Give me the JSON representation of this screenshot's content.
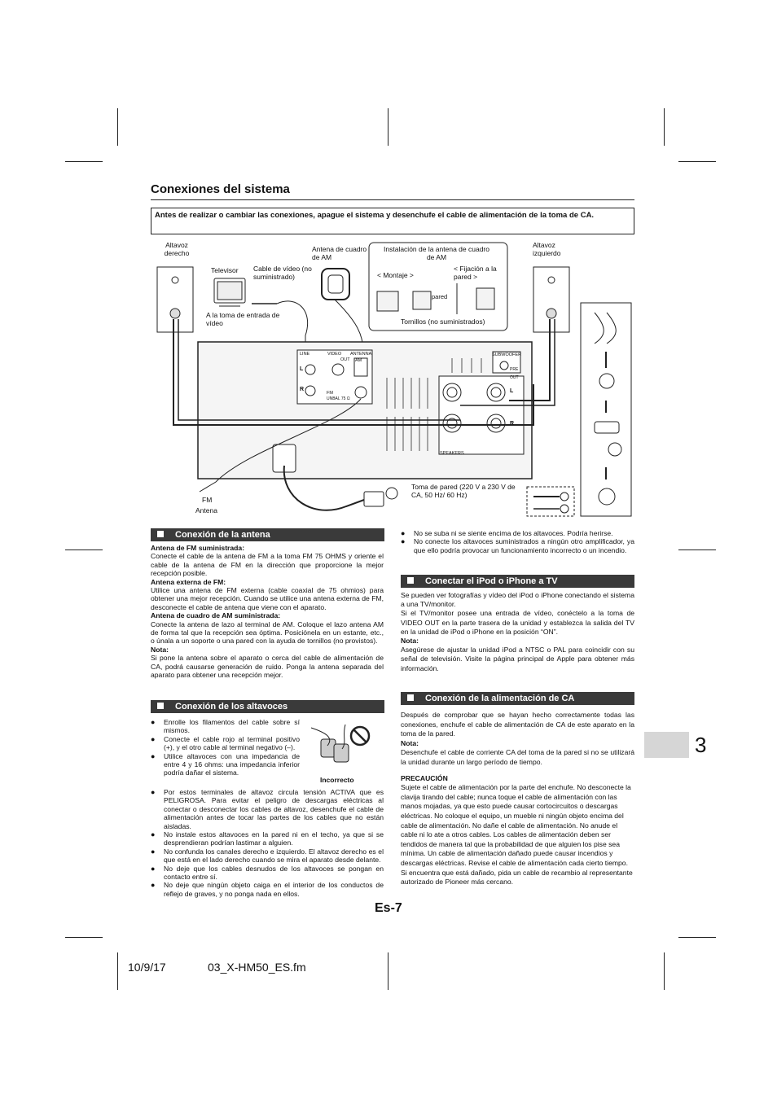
{
  "section_title": "Conexiones del sistema",
  "notice": "Antes de realizar o cambiar las conexiones, apague el sistema y desenchufe el cable de alimentación de la toma de CA.",
  "diagram": {
    "speaker_right": "Altavoz derecho",
    "speaker_left": "Altavoz izquierdo",
    "tv": "Televisor",
    "video_cable": "Cable de vídeo (no suministrado)",
    "tv_input": "A la toma de entrada de vídeo",
    "am_antenna": "Antena de cuadro de AM",
    "am_install_title": "Instalación de la antena de cuadro de AM",
    "mount": "< Montaje >",
    "wall_fix": "< Fijación a la pared >",
    "wall": "pared",
    "screws": "Tornillos (no suministrados)",
    "fm_antenna_1": "FM",
    "fm_antenna_2": "Antena",
    "wall_socket": "Toma de pared (220 V a 230 V de CA, 50 Hz/ 60 Hz)",
    "panel": {
      "line": "LINE",
      "video": "VIDEO",
      "out": "OUT",
      "antenna": "ANTENNA",
      "am": "AM",
      "fm": "FM",
      "fm_sub": "UNBAL 75 Ω",
      "subwoofer": "SUBWOOFER",
      "pre_out": "PRE OUT",
      "speakers": "SPEAKERS",
      "l": "L",
      "r": "R"
    }
  },
  "antenna_section": {
    "heading": "Conexión de la antena",
    "fm_supplied_title": "Antena de FM suministrada:",
    "fm_supplied_text": "Conecte el cable de la antena de FM a la toma FM 75 OHMS y oriente el cable de la antena de FM en la dirección que proporcione la mejor recepción posible.",
    "fm_external_title": "Antena externa de FM:",
    "fm_external_text": "Utilice una antena de FM externa (cable coaxial de 75 ohmios) para obtener una mejor recepción. Cuando se utilice una antena externa de FM, desconecte el cable de antena que viene con el aparato.",
    "am_title": "Antena de cuadro de AM suministrada:",
    "am_text": "Conecte la antena de lazo al terminal de AM. Coloque el lazo antena AM de forma tal que la recepción sea óptima. Posiciónela en un estante, etc., o únala a un soporte o una pared con la ayuda de tornillos (no provistos).",
    "note_title": "Nota:",
    "note_text": "Si pone la antena sobre el aparato o cerca del cable de alimentación de CA, podrá causarse generación de ruido. Ponga la antena separada del aparato para obtener una recepción mejor."
  },
  "speaker_section": {
    "heading": "Conexión de los altavoces",
    "incorrect_label": "Incorrecto",
    "bullets_narrow": [
      "Enrolle los filamentos del cable sobre sí mismos.",
      "Conecte el cable rojo al terminal positivo (+), y el otro cable al terminal negativo (–).",
      "Utilice altavoces con una impedancia de entre 4 y 16 ohms: una impedancia inferior podría dañar el sistema."
    ],
    "bullets": [
      "Por estos terminales de altavoz circula tensión ACTIVA que es PELIGROSA. Para evitar el peligro de descargas eléctricas al conectar o desconectar los cables de altavoz, desenchufe el cable de alimentación antes de tocar las partes de los cables que no están aisladas.",
      "No instale estos altavoces en la pared ni en el techo, ya que si se desprendieran podrían lastimar a alguien.",
      "No confunda los canales derecho e izquierdo. El altavoz derecho es el que está en el lado derecho cuando se mira el aparato desde delante.",
      "No deje que los cables desnudos de los altavoces se pongan en contacto entre sí.",
      "No deje que ningún objeto caiga en el interior de los conductos de reflejo de graves, y no ponga nada en ellos."
    ],
    "bullets_right": [
      "No se suba ni se siente encima de los altavoces. Podría herirse.",
      "No conecte los altavoces suministrados a ningún otro amplificador, ya que ello podría provocar un funcionamiento incorrecto o un incendio."
    ]
  },
  "ipod_section": {
    "heading": "Conectar el iPod o iPhone a TV",
    "p1": "Se pueden ver fotografías y vídeo del iPod o iPhone conectando el sistema a una TV/monitor.",
    "p2": "Si el TV/monitor posee una entrada de vídeo, conéctelo a la toma de VIDEO OUT en la parte trasera de la unidad y establezca la salida del TV en la unidad de iPod o iPhone en la posición “ON”.",
    "note_title": "Nota:",
    "note_text": "Asegúrese de ajustar la unidad iPod a NTSC o PAL para coincidir con su señal de televisión. Visite la página principal de Apple para obtener más información."
  },
  "power_section": {
    "heading": "Conexión de la alimentación de CA",
    "p1": "Después de comprobar que se hayan hecho correctamente todas las conexiones, enchufe el cable de alimentación de CA de este aparato en la toma de la pared.",
    "note_title": "Nota:",
    "note_text": "Desenchufe el cable de corriente CA del toma de la pared si no se utilizará la unidad durante un largo período de tiempo.",
    "caution_title": "PRECAUCIÓN",
    "caution_text": "Sujete el cable de alimentación por la parte del enchufe. No desconecte la clavija tirando del cable; nunca toque el cable de alimentación con las manos mojadas, ya que esto puede causar cortocircuitos o descargas eléctricas. No coloque el equipo, un mueble ni ningún objeto encima del cable de alimentación. No dañe el cable de alimentación. No anude el cable ni lo ate a otros cables. Los cables de alimentación deben ser tendidos de manera tal que la probabilidad de que alguien los pise sea mínima. Un cable de alimentación dañado puede causar incendios y descargas eléctricas. Revise el cable de alimentación cada cierto tiempo. Si encuentra que está dañado, pida un cable de recambio al representante autorizado de Pioneer más cercano."
  },
  "page_number": "Es-7",
  "chapter_tab": "3",
  "footer": {
    "date": "10/9/17",
    "file": "03_X-HM50_ES.fm"
  }
}
